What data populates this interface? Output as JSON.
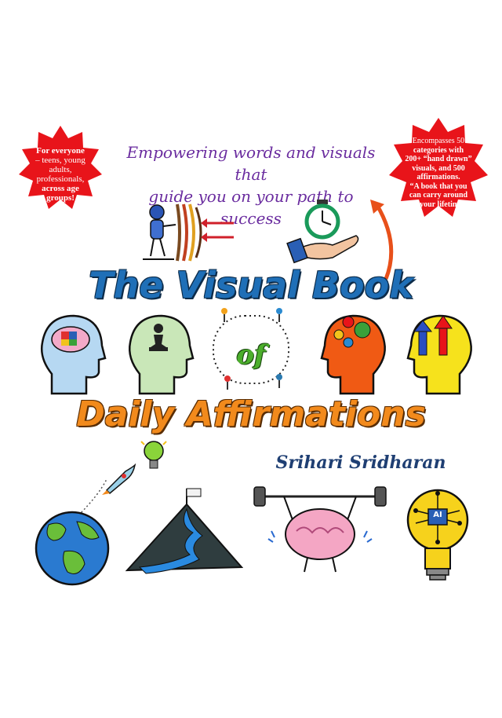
{
  "cover": {
    "tagline_line1": "Empowering words and visuals  that",
    "tagline_line2": "guide you on your path to success",
    "title_main": "The Visual Book",
    "title_of": "of",
    "title_sub": "Daily Affirmations",
    "author": "Srihari Sridharan"
  },
  "left_badge": {
    "line1": "For everyone",
    "line2": "– teens, young",
    "line3": "adults,",
    "line4": "professionals,",
    "line5": "across age",
    "line6": "groups!"
  },
  "right_badge": {
    "line1": "Encompasses 50",
    "line2": "categories with",
    "line3": "200+ “hand drawn”",
    "line4": "visuals, and 500",
    "line5": "affirmations.",
    "line6": "“A book that you",
    "line7": "can carry around",
    "line8": "for your lifetime!”"
  },
  "icons": {
    "chip_label": "AI"
  },
  "colors": {
    "tagline": "#6a2c9f",
    "badge": "#e8141a",
    "title_blue": "#1f6fb7",
    "title_orange": "#f28a1c",
    "of_green": "#4caf2c",
    "author": "#1f3f73"
  }
}
